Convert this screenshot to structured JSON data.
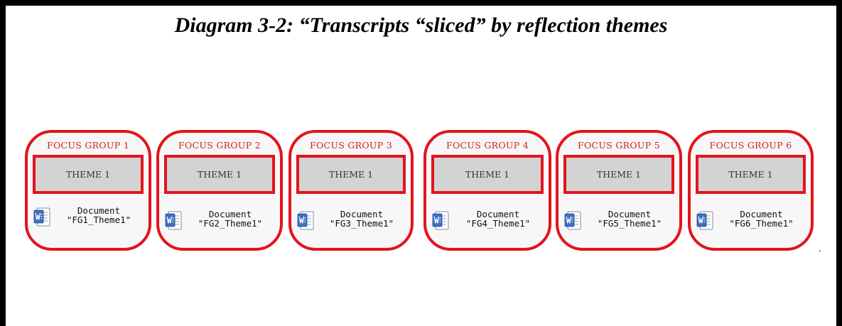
{
  "title": "Diagram 3-2: “Transcripts “sliced” by reflection themes",
  "colors": {
    "accent_red": "#e3141b",
    "theme_fill": "#d3d3d3",
    "group_fill": "#f7f7f7",
    "frame": "#000000"
  },
  "groups": [
    {
      "label": "FOCUS GROUP 1",
      "theme": "THEME 1",
      "doc_line1": "Document",
      "doc_line2": "\"FG1_Theme1\"",
      "icon": "word-document-icon"
    },
    {
      "label": "FOCUS GROUP 2",
      "theme": "THEME 1",
      "doc_line1": "Document",
      "doc_line2": "\"FG2_Theme1\"",
      "icon": "word-document-icon"
    },
    {
      "label": "FOCUS GROUP 3",
      "theme": "THEME 1",
      "doc_line1": "Document",
      "doc_line2": "\"FG3_Theme1\"",
      "icon": "word-document-icon"
    },
    {
      "label": "FOCUS GROUP 4",
      "theme": "THEME 1",
      "doc_line1": "Document",
      "doc_line2": "\"FG4_Theme1\"",
      "icon": "word-document-icon"
    },
    {
      "label": "FOCUS GROUP 5",
      "theme": "THEME 1",
      "doc_line1": "Document",
      "doc_line2": "\"FG5_Theme1\"",
      "icon": "word-document-icon"
    },
    {
      "label": "FOCUS GROUP 6",
      "theme": "THEME 1",
      "doc_line1": "Document",
      "doc_line2": "\"FG6_Theme1\"",
      "icon": "word-document-icon"
    }
  ],
  "trailing_mark": "."
}
